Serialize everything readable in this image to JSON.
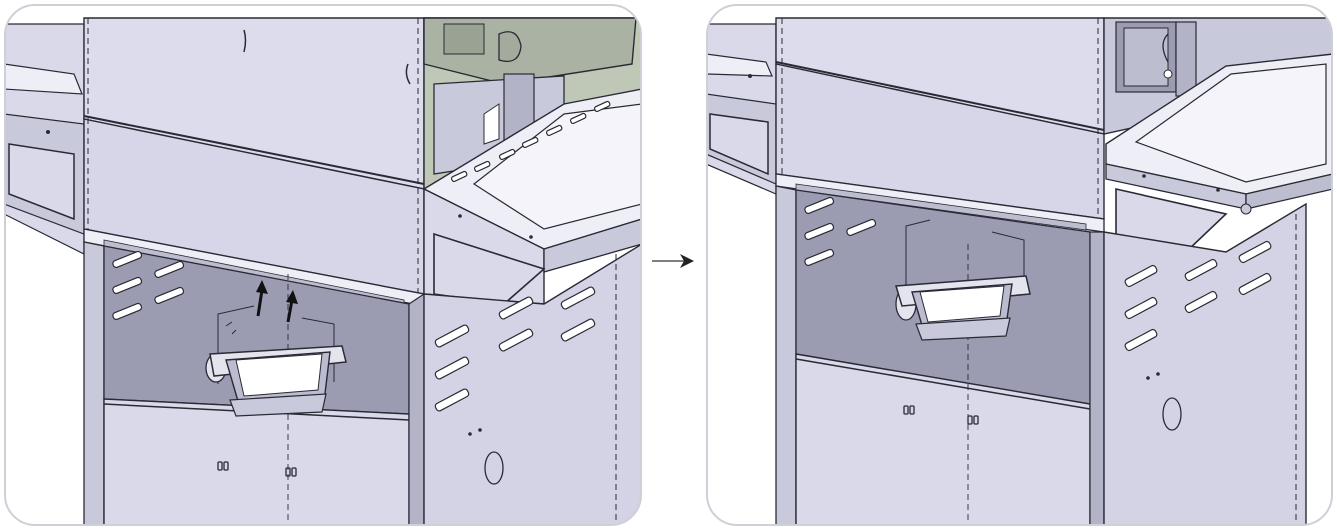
{
  "diagram": {
    "panels": [
      {
        "id": "step-before",
        "name": "installation-step-before"
      },
      {
        "id": "step-after",
        "name": "installation-step-after"
      }
    ],
    "transition": {
      "name": "transition-arrow"
    },
    "colors": {
      "panel_face": "#d9d9ea",
      "panel_face_light": "#e6e6f2",
      "panel_shadow": "#9b9bb2",
      "panel_dark": "#7d7d93",
      "shelf_top": "#eeeef6",
      "hood": "#aab2a3",
      "line": "#2a2a35",
      "frame": "#cfcfd8",
      "grease_tray": "#e4e4ee"
    }
  }
}
